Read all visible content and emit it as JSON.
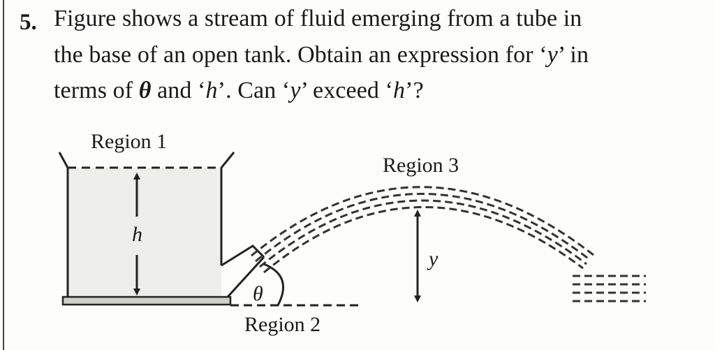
{
  "question": {
    "number": "5.",
    "line1": "Figure shows a stream of fluid emerging from a tube in",
    "line2": {
      "a": "the base of an open tank. Obtain an expression for ‘",
      "var": "y",
      "b": "’ in"
    },
    "line3": {
      "a": "terms of ",
      "theta": "θ",
      "b": " and ‘",
      "h1": "h",
      "c": "’. Can ‘",
      "y": "y",
      "d": "’ exceed ‘",
      "h2": "h",
      "e": "’?"
    }
  },
  "figure": {
    "region1": "Region 1",
    "region2": "Region 2",
    "region3": "Region 3",
    "h_label": "h",
    "y_label": "y",
    "theta_label": "θ"
  }
}
